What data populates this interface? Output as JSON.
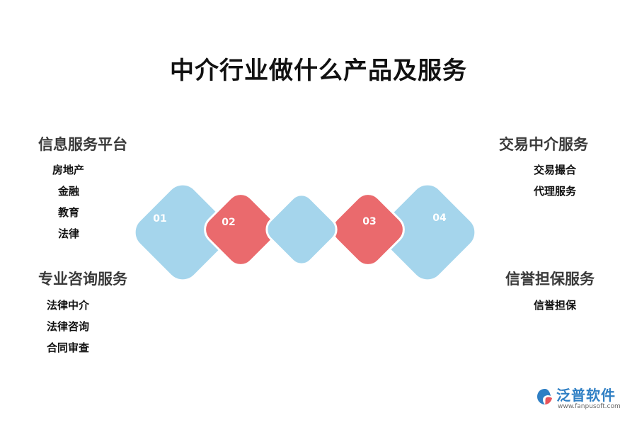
{
  "title": "中介行业做什么产品及服务",
  "colors": {
    "blue": "#a5d5ec",
    "red": "#ea6a6d",
    "text_dark": "#111111",
    "group_title": "#3a3a3a",
    "logo_blue": "#2f7fc4"
  },
  "diagram": {
    "labels": [
      "01",
      "02",
      "03",
      "04"
    ]
  },
  "left_groups": [
    {
      "title": "信息服务平台",
      "items": [
        "房地产",
        "金融",
        "教育",
        "法律"
      ]
    },
    {
      "title": "专业咨询服务",
      "items": [
        "法律中介",
        "法律咨询",
        "合同审查"
      ]
    }
  ],
  "right_groups": [
    {
      "title": "交易中介服务",
      "items": [
        "交易撮合",
        "代理服务"
      ]
    },
    {
      "title": "信誉担保服务",
      "items": [
        "信誉担保"
      ]
    }
  ],
  "logo": {
    "name": "泛普软件",
    "url": "www.fanpusoft.com",
    "icon": "fanpu-logo-icon"
  }
}
